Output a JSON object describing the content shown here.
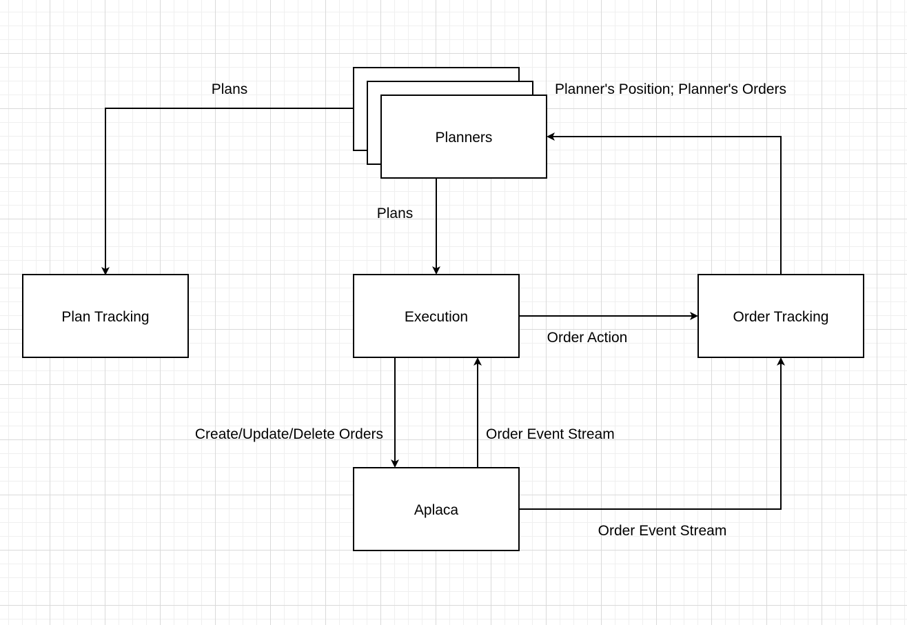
{
  "nodes": {
    "planners": "Planners",
    "plan_tracking": "Plan Tracking",
    "execution": "Execution",
    "order_tracking": "Order Tracking",
    "aplaca": "Aplaca"
  },
  "edges": {
    "planners_to_plan_tracking": "Plans",
    "planners_to_execution": "Plans",
    "order_tracking_to_planners": "Planner's Position; Planner's Orders",
    "execution_to_order_tracking": "Order Action",
    "execution_to_aplaca": "Create/Update/Delete Orders",
    "aplaca_to_execution": "Order Event Stream",
    "aplaca_to_order_tracking": "Order Event Stream"
  }
}
